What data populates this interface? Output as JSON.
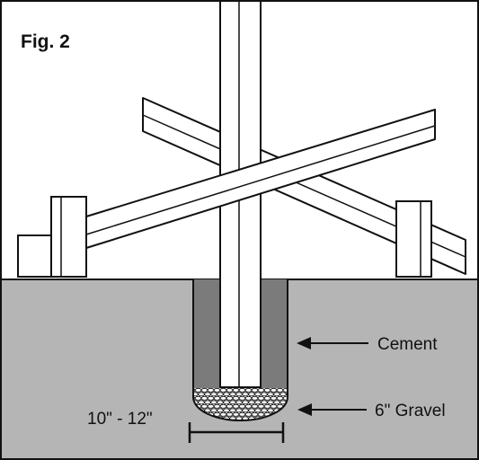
{
  "figure": {
    "title": "Fig. 2",
    "labels": {
      "cement": "Cement",
      "gravel": "6\" Gravel",
      "hole_width": "10\" - 12\""
    }
  },
  "colors": {
    "ground": "#b5b5b5",
    "cement": "#7b7b7b",
    "outline": "#111111",
    "wood": "#ffffff"
  }
}
